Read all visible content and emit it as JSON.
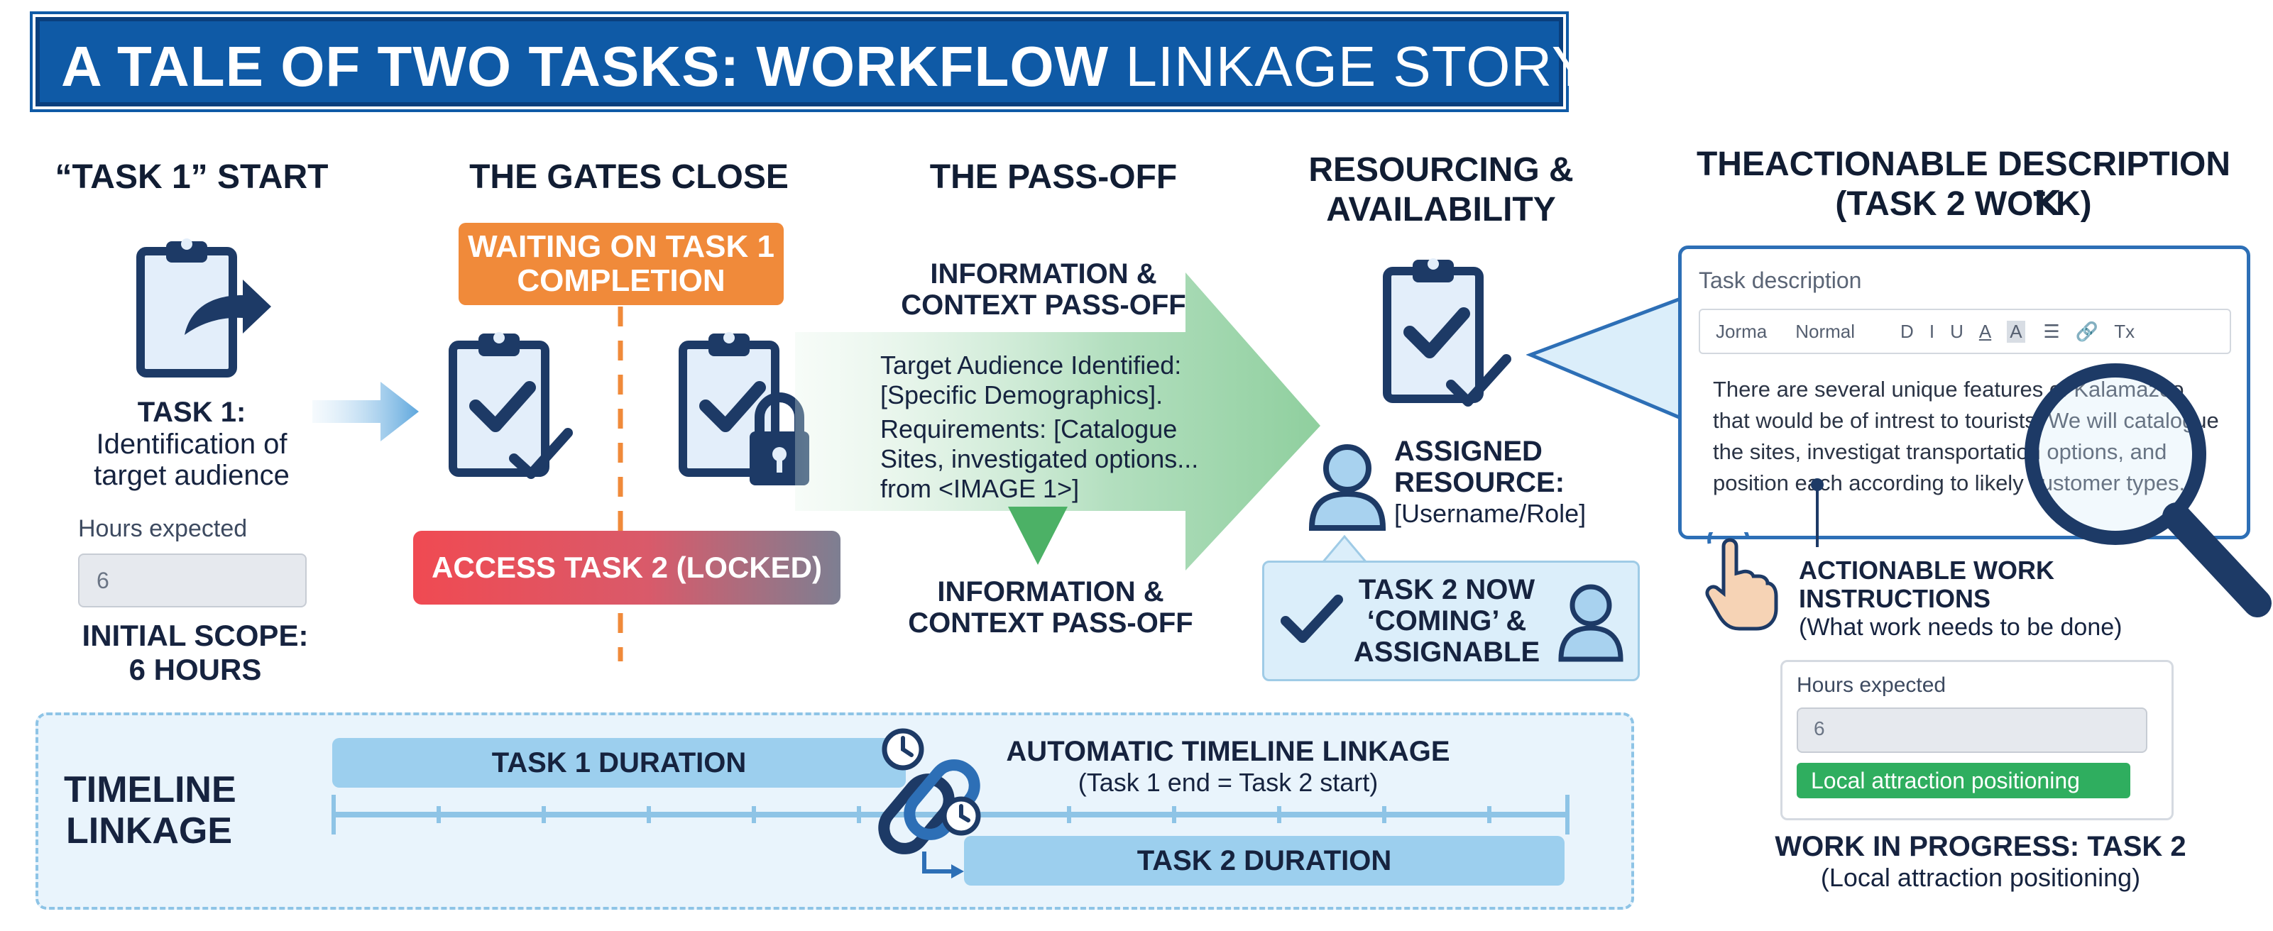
{
  "title": {
    "bold": "A TALE OF TWO TASKS: WORKFLOW",
    "thin": "LINKAGE STORY"
  },
  "col1": {
    "header": "“TASK 1” START",
    "task_label": "TASK 1:",
    "task_desc_1": "Identification of",
    "task_desc_2": "target audience",
    "hours_label": "Hours expected",
    "hours_value": "6",
    "scope_1": "INITIAL SCOPE:",
    "scope_2": "6 HOURS"
  },
  "col2": {
    "header": "THE GATES CLOSE",
    "badge_1": "WAITING ON TASK 1",
    "badge_2": "COMPLETION",
    "locked": "ACCESS TASK 2 (LOCKED)"
  },
  "col3": {
    "header": "THE PASS-OFF",
    "top_1": "INFORMATION &",
    "top_2": "CONTEXT PASS-OFF",
    "line_1": "Target Audience Identified:",
    "line_2": "[Specific Demographics].",
    "line_3": "Requirements: [Catalogue",
    "line_4": "Sites, investigated options...",
    "line_5": "from <IMAGE 1>]",
    "bottom_1": "INFORMATION &",
    "bottom_2": "CONTEXT PASS-OFF"
  },
  "col4": {
    "header_1": "RESOURCING &",
    "header_2": "AVAILABILITY",
    "assigned_1": "ASSIGNED",
    "assigned_2": "RESOURCE:",
    "assigned_3": "[Username/Role]",
    "box_1": "TASK 2 NOW",
    "box_2": "‘COMING’ &",
    "box_3": "ASSIGNABLE"
  },
  "col5": {
    "header_1": "THEACTIONABLE DESCRIPTION",
    "header_2": "(TASK 2 WOꝀK)",
    "editor_title": "Task description",
    "toolbar": [
      "Jorma",
      "Normal",
      "D",
      "I",
      "U",
      "A",
      "A",
      "Tx"
    ],
    "body_1": "There are several unique features of Kalamazoo",
    "body_2": "that would be of intrest to tourists. We will catalogue",
    "body_3": "the sites, investigat transportation options, and",
    "body_4": "position each according to likely customer types.",
    "instr_1": "ACTIONABLE WORK",
    "instr_2": "INSTRUCTIONS",
    "instr_3": "(What work needs to be done)",
    "hours_label": "Hours expected",
    "hours_value": "6",
    "tag": "Local attraction positioning",
    "wip_1": "WORK IN PROGRESS: TASK 2",
    "wip_2": "(Local attraction positioning)"
  },
  "timeline": {
    "label_1": "TIMELINE",
    "label_2": "LINKAGE",
    "task1": "TASK 1 DURATION",
    "task2": "TASK 2 DURATION",
    "auto_1": "AUTOMATIC TIMELINE LINKAGE",
    "auto_2": "(Task 1 end = Task 2 start)"
  },
  "colors": {
    "navy": "#16233f",
    "blue": "#0f5aa6",
    "orange": "#f08a3a",
    "green": "#2fae5f",
    "light_blue": "#9ccfee"
  }
}
